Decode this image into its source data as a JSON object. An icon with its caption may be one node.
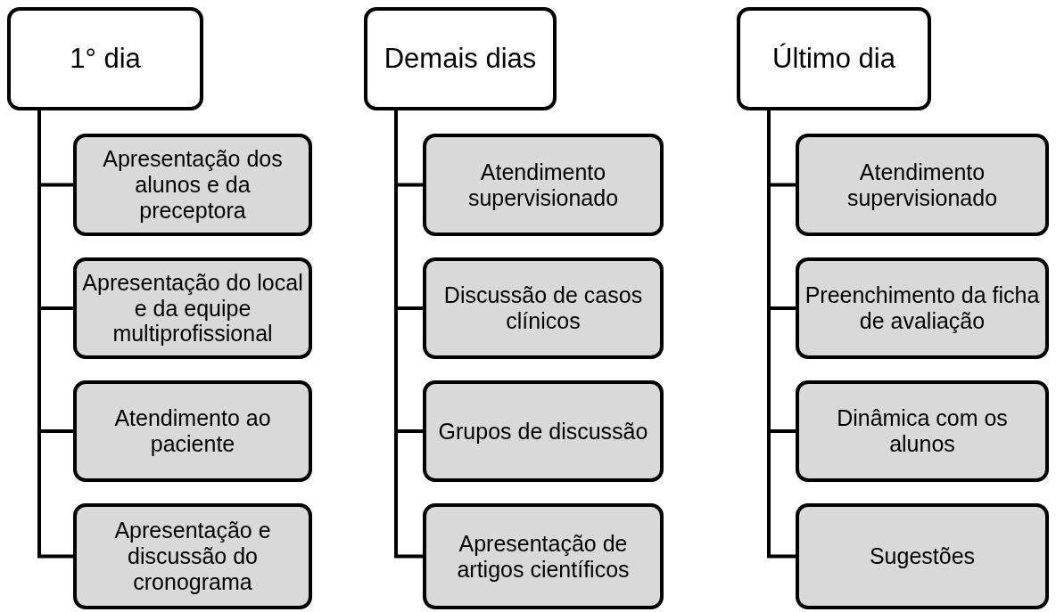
{
  "diagram": {
    "nodes": [
      {
        "text": [
          "1° dia"
        ]
      },
      {
        "text": [
          "Apresentação dos alunos e da preceptora"
        ]
      },
      {
        "text": [
          "Apresentação do local e da equipe multiprofissional"
        ]
      },
      {
        "text": [
          "Atendimento ao paciente"
        ]
      },
      {
        "text": [
          "Apresentação e discussão do cronograma"
        ]
      },
      {
        "text": [
          "Demais dias"
        ]
      },
      {
        "text": [
          "Atendimento supervisionado"
        ]
      },
      {
        "text": [
          "Discussão de casos clínicos"
        ]
      },
      {
        "text": [
          "Grupos de discussão"
        ]
      },
      {
        "text": [
          "Apresentação de artigos científicos"
        ]
      },
      {
        "text": [
          "Último dia"
        ]
      },
      {
        "text": [
          "Atendimento supervisionado"
        ]
      },
      {
        "text": [
          "Preenchimento da ficha de avaliação"
        ]
      },
      {
        "text": [
          "Dinâmica com os alunos"
        ]
      },
      {
        "text": [
          "Sugestões"
        ]
      }
    ],
    "edges": [
      {
        "from": 0,
        "to": 1,
        "arrow": "none"
      },
      {
        "from": 0,
        "to": 2,
        "arrow": "none"
      },
      {
        "from": 0,
        "to": 3,
        "arrow": "none"
      },
      {
        "from": 0,
        "to": 4,
        "arrow": "none"
      },
      {
        "from": 5,
        "to": 6,
        "arrow": "none"
      },
      {
        "from": 5,
        "to": 7,
        "arrow": "none"
      },
      {
        "from": 5,
        "to": 8,
        "arrow": "none"
      },
      {
        "from": 5,
        "to": 9,
        "arrow": "none"
      },
      {
        "from": 10,
        "to": 11,
        "arrow": "none"
      },
      {
        "from": 10,
        "to": 12,
        "arrow": "none"
      },
      {
        "from": 10,
        "to": 13,
        "arrow": "none"
      },
      {
        "from": 10,
        "to": 14,
        "arrow": "none"
      }
    ]
  }
}
